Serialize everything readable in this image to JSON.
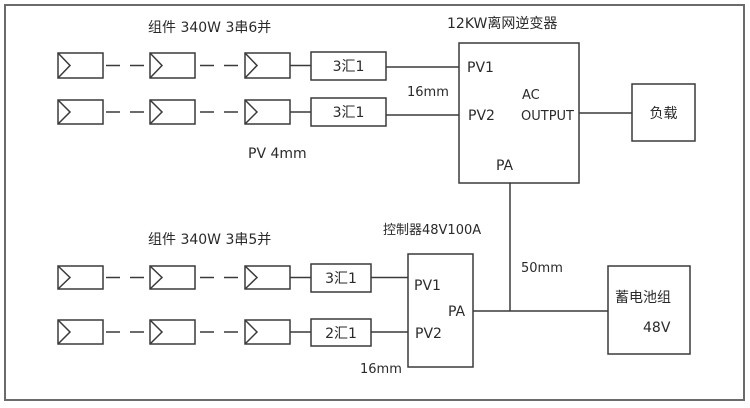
{
  "diagram": {
    "title_top_array": "组件 340W 3串6并",
    "title_bottom_array": "组件 340W 3串5并",
    "inverter": {
      "title": "12KW离网逆变器",
      "pv1": "PV1",
      "pv2": "PV2",
      "ac": "AC",
      "output": "OUTPUT",
      "pa": "PA"
    },
    "load": {
      "label": "负载"
    },
    "controller": {
      "title": "控制器48V100A",
      "pv1": "PV1",
      "pv2": "PV2",
      "pa": "PA"
    },
    "battery": {
      "label": "蓄电池组",
      "voltage": "48V"
    },
    "combiners_top": [
      "3汇1",
      "3汇1"
    ],
    "combiners_bottom": [
      "3汇1",
      "2汇1"
    ],
    "cable_labels": {
      "pv_cable": "PV 4mm",
      "inverter_input": "16mm",
      "controller_input": "16mm",
      "battery_cable": "50mm"
    },
    "panel_symbol": "pv-module",
    "series_connector": "dashed-line"
  }
}
